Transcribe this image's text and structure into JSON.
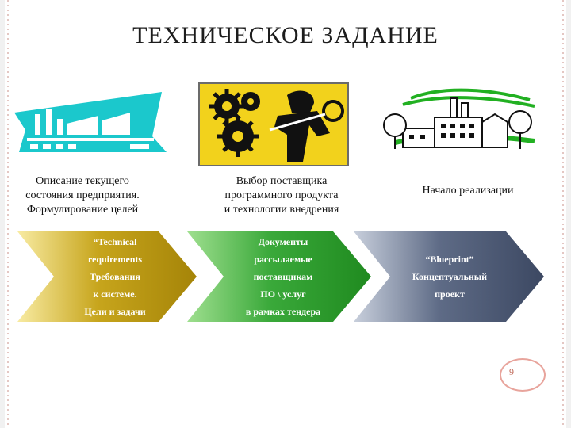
{
  "slide": {
    "title": "ТЕХНИЧЕСКОЕ ЗАДАНИЕ",
    "page_number": "9"
  },
  "stages": [
    {
      "caption_lines": [
        "Описание текущего",
        "состояния предприятия.",
        "Формулирование целей"
      ],
      "arrow_lines": [
        "“Technical",
        "requirements",
        "Требования",
        "к системе.",
        "Цели и задачи"
      ],
      "arrow_color": "#b9980f",
      "icon": "factory-icon"
    },
    {
      "caption_lines": [
        "Выбор поставщика",
        "программного продукта",
        "и технологии внедрения"
      ],
      "arrow_lines": [
        "Документы",
        "рассылаемые",
        "поставщикам",
        "ПО \\ услуг",
        "в рамках тендера"
      ],
      "arrow_color": "#2e9b2e",
      "icon": "gears-worker-icon"
    },
    {
      "caption_lines": [
        "Начало реализации"
      ],
      "arrow_lines": [
        "“Blueprint”",
        "Концептуальный",
        "проект"
      ],
      "arrow_color": "#4a5872",
      "icon": "plant-with-trees-icon"
    }
  ]
}
